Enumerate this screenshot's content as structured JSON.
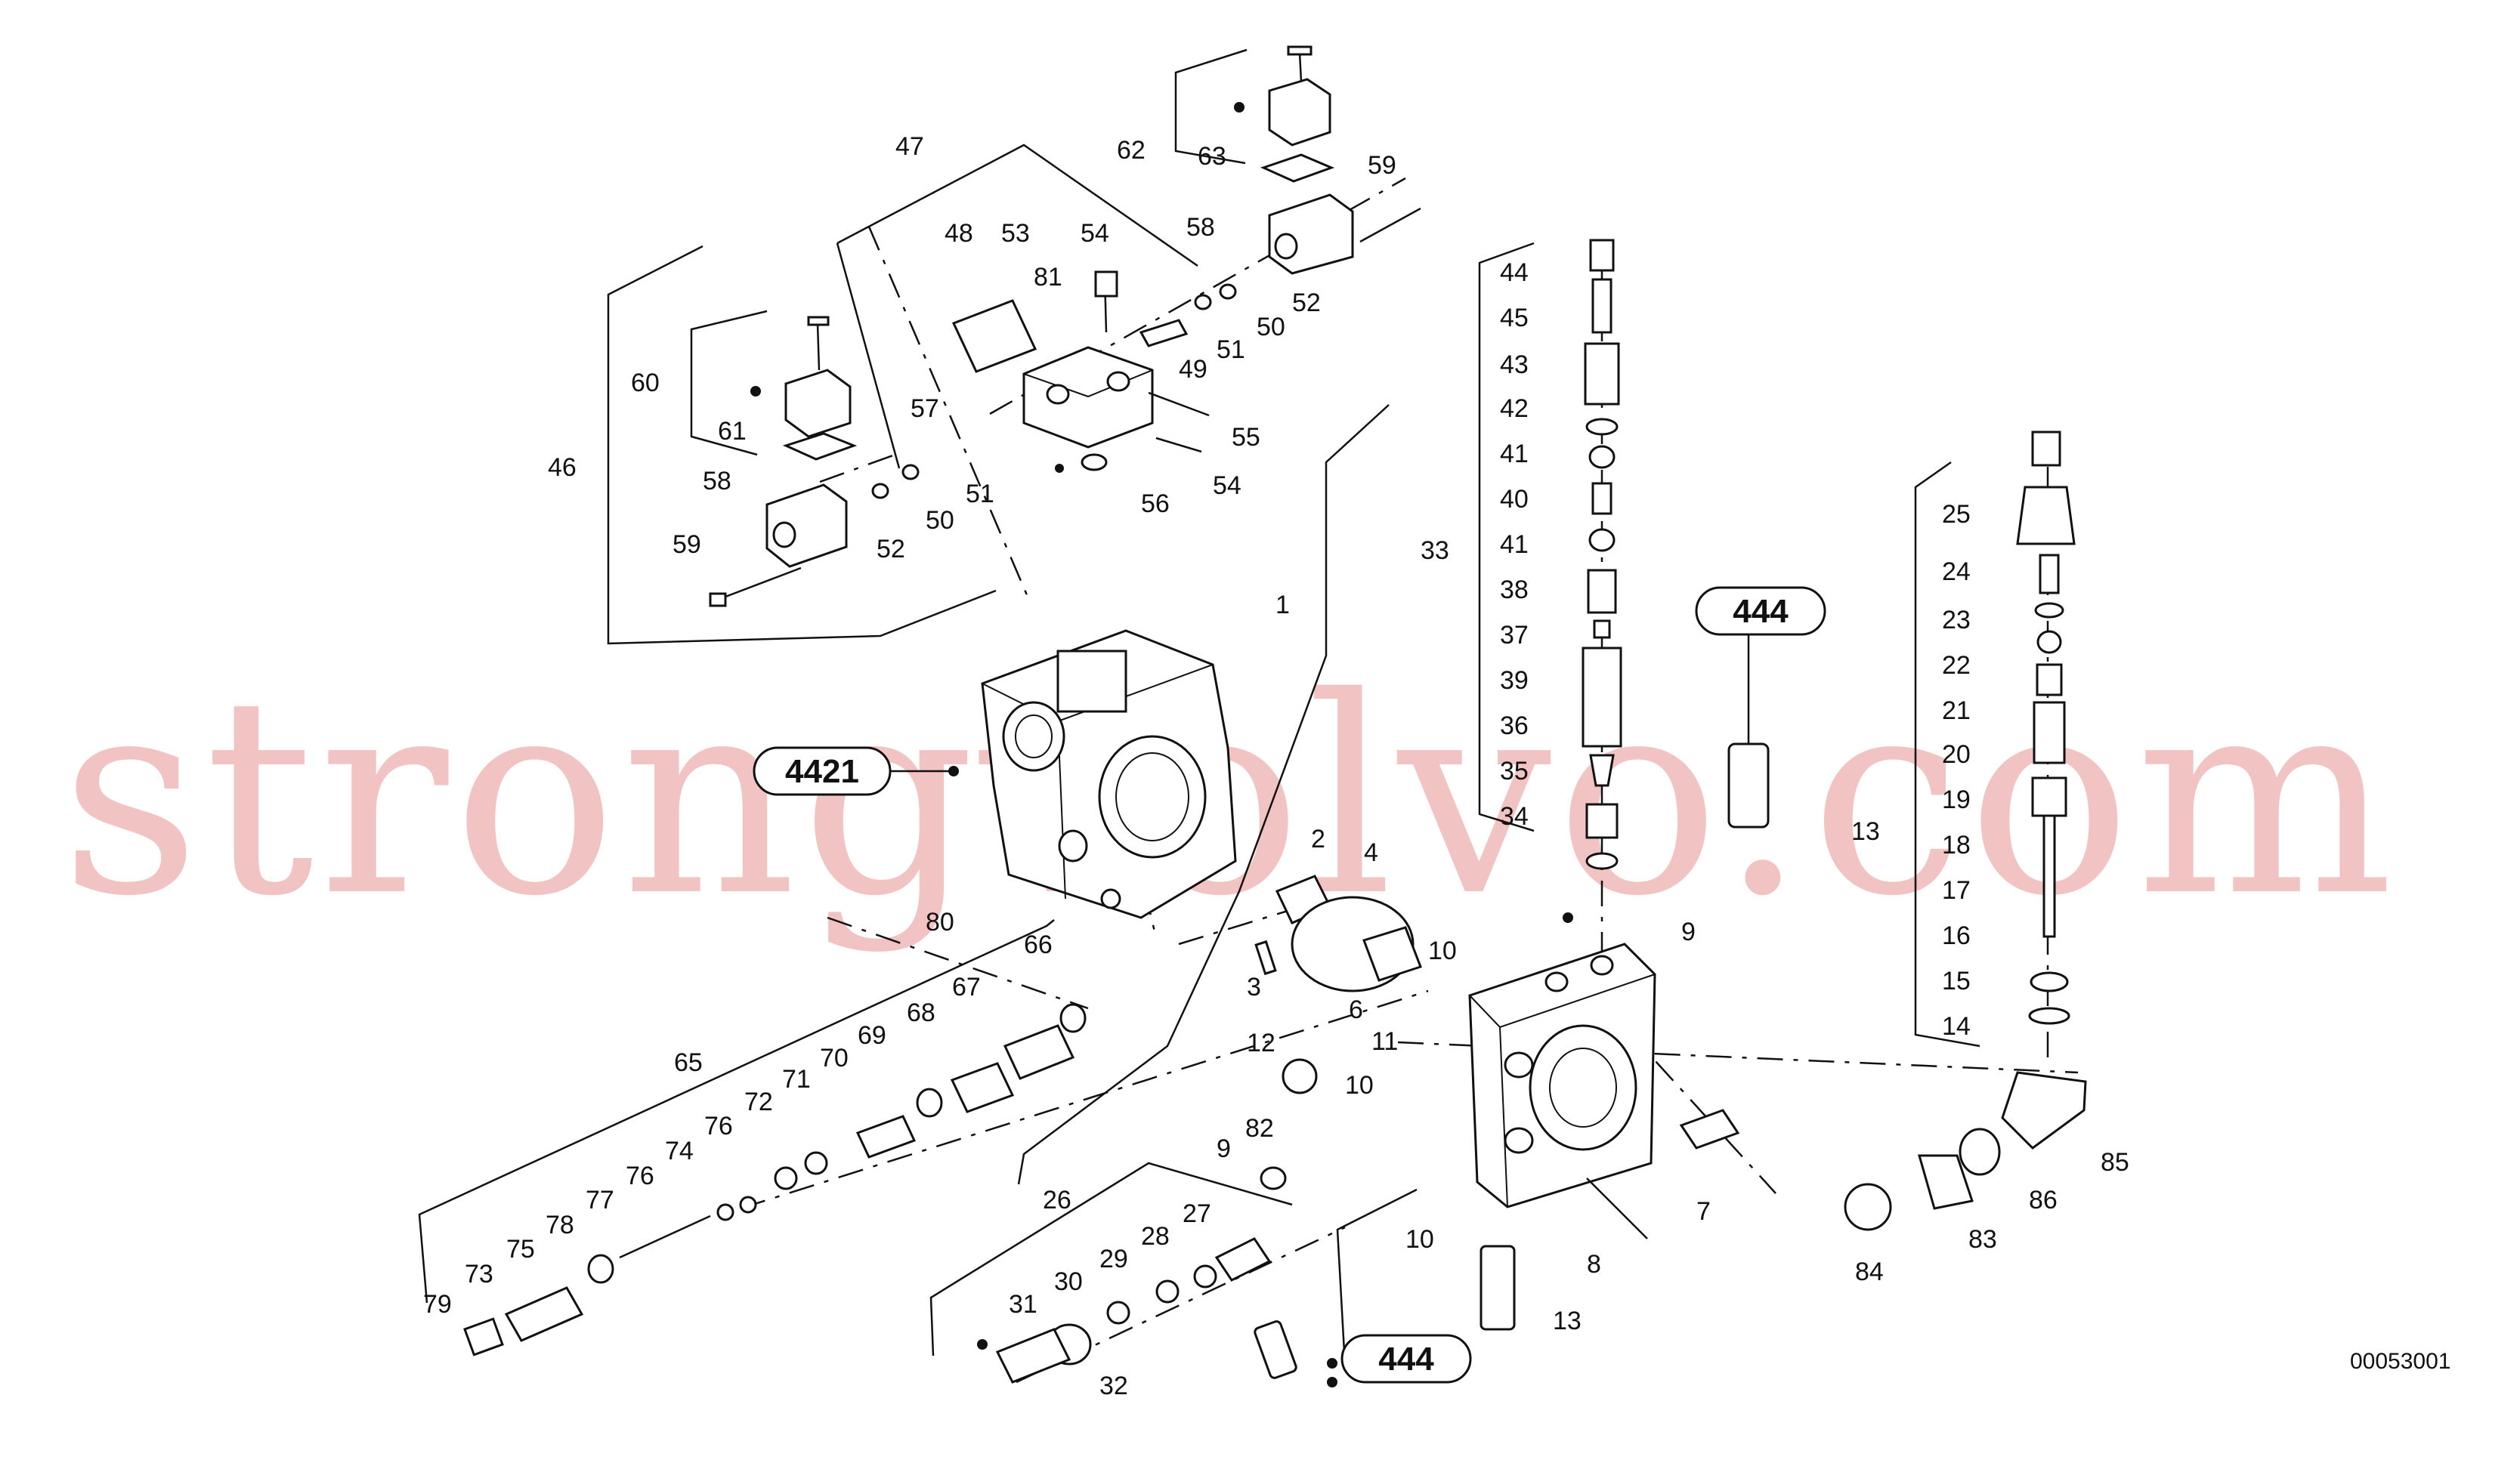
{
  "diagram": {
    "watermark": "strongvolvo.com",
    "drawing_code": "00053001",
    "ref_labels": [
      "4421",
      "444",
      "444"
    ],
    "part_labels": {
      "n1": "1",
      "n2": "2",
      "n3": "3",
      "n4": "4",
      "n6": "6",
      "n7": "7",
      "n8": "8",
      "n9a": "9",
      "n9b": "9",
      "n10a": "10",
      "n10b": "10",
      "n10c": "10",
      "n11": "11",
      "n12": "12",
      "n13a": "13",
      "n13b": "13",
      "n14": "14",
      "n15": "15",
      "n16": "16",
      "n17": "17",
      "n18": "18",
      "n19": "19",
      "n20": "20",
      "n21": "21",
      "n22": "22",
      "n23": "23",
      "n24": "24",
      "n25": "25",
      "n26": "26",
      "n27": "27",
      "n28": "28",
      "n29": "29",
      "n30": "30",
      "n31": "31",
      "n32": "32",
      "n33": "33",
      "n34": "34",
      "n35": "35",
      "n36": "36",
      "n37": "37",
      "n38": "38",
      "n39": "39",
      "n40": "40",
      "n41a": "41",
      "n41b": "41",
      "n42": "42",
      "n43": "43",
      "n44": "44",
      "n45": "45",
      "n46": "46",
      "n47": "47",
      "n48": "48",
      "n49": "49",
      "n50a": "50",
      "n50b": "50",
      "n51a": "51",
      "n51b": "51",
      "n52a": "52",
      "n52b": "52",
      "n53": "53",
      "n54a": "54",
      "n54b": "54",
      "n55": "55",
      "n56": "56",
      "n57": "57",
      "n58a": "58",
      "n58b": "58",
      "n59a": "59",
      "n59b": "59",
      "n60": "60",
      "n61": "61",
      "n62": "62",
      "n63": "63",
      "n65": "65",
      "n66": "66",
      "n67": "67",
      "n68": "68",
      "n69": "69",
      "n70": "70",
      "n71": "71",
      "n72": "72",
      "n73": "73",
      "n74": "74",
      "n75": "75",
      "n76a": "76",
      "n76b": "76",
      "n77": "77",
      "n78": "78",
      "n79": "79",
      "n80": "80",
      "n81": "81",
      "n82": "82",
      "n83": "83",
      "n84": "84",
      "n85": "85",
      "n86": "86"
    }
  }
}
